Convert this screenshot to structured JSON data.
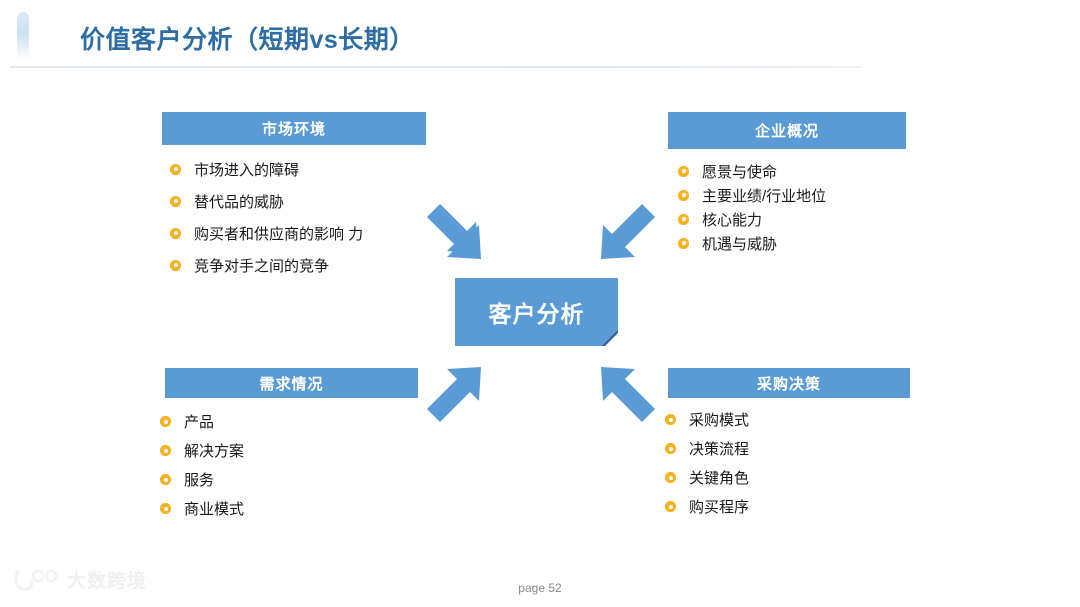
{
  "header": {
    "title": "价值客户分析（短期vs长期）",
    "accent_color": "#2e6da4"
  },
  "theme": {
    "panel_header_color": "#5b9bd5",
    "bullet_color": "#f5b323",
    "arrow_color": "#5b9bd5",
    "center_color": "#5b9bd5"
  },
  "center": {
    "label": "客户分析"
  },
  "panels": [
    {
      "id": "market",
      "title": "市场环境",
      "items": [
        "市场进入的障碍",
        "替代品的威胁",
        "购买者和供应商的影响 力",
        "竞争对手之间的竞争"
      ]
    },
    {
      "id": "company",
      "title": "企业概况",
      "items": [
        "愿景与使命",
        "主要业绩/行业地位",
        "核心能力",
        "机遇与威胁"
      ]
    },
    {
      "id": "demand",
      "title": "需求情况",
      "items": [
        "产品",
        "解决方案",
        "服务",
        "商业模式"
      ]
    },
    {
      "id": "purchase",
      "title": "采购决策",
      "items": [
        "采购模式",
        "决策流程",
        "关键角色",
        "购买程序"
      ]
    }
  ],
  "arrows": [
    {
      "name": "arrow-top-left",
      "direction": "down-right"
    },
    {
      "name": "arrow-top-right",
      "direction": "down-left"
    },
    {
      "name": "arrow-bottom-left",
      "direction": "up-right"
    },
    {
      "name": "arrow-bottom-right",
      "direction": "up-left"
    }
  ],
  "footer": {
    "page_label": "page 52",
    "watermark_text": "大数跨境"
  }
}
